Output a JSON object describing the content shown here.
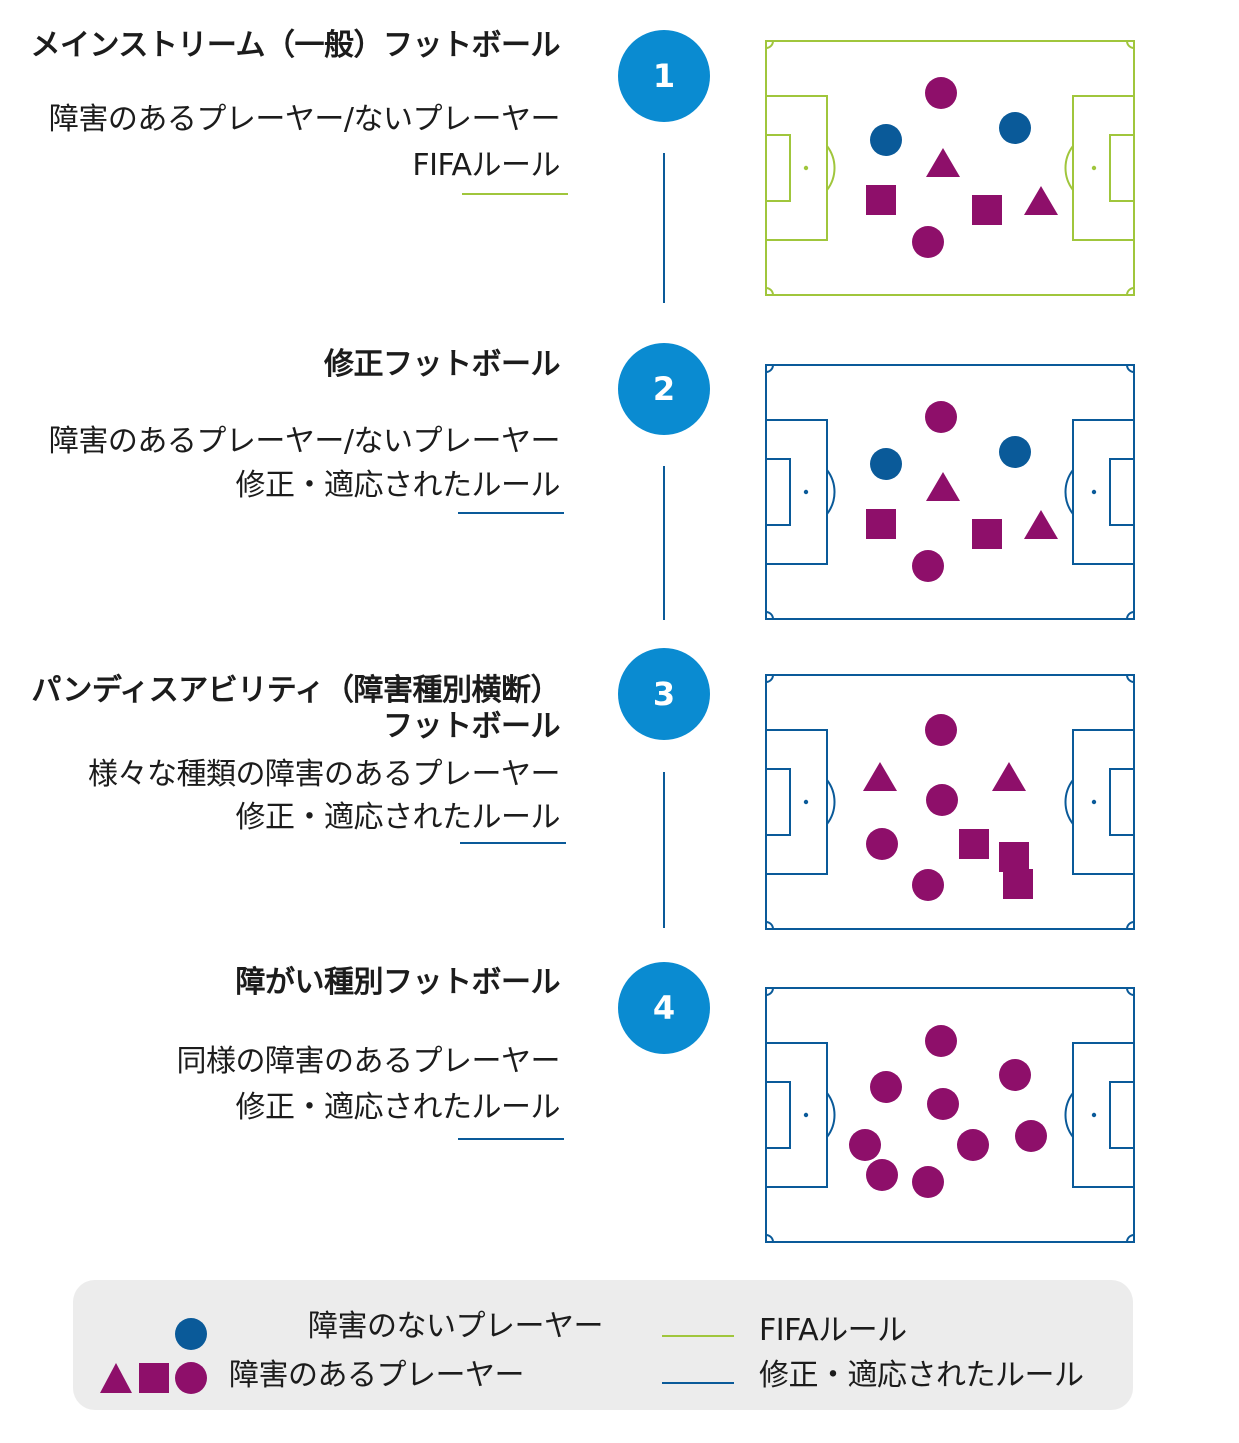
{
  "colors": {
    "fifa_green": "#a0c63c",
    "adapted_blue": "#0a5a99",
    "badge_blue": "#0a8bd1",
    "disabled_purple": "#8e0f6a",
    "nondisabled_blue": "#0a5a99",
    "legend_bg": "#ececec"
  },
  "models": [
    {
      "number": "1",
      "title": "メインストリーム（一般）フットボール",
      "title_line2": "",
      "players_text": "障害のあるプレーヤー/ないプレーヤー",
      "rules_text": "FIFAルール",
      "rule_type": "fifa",
      "field_players": [
        "disabled-circle",
        "nondisabled-circle",
        "nondisabled-circle",
        "disabled-triangle",
        "disabled-square",
        "disabled-square",
        "disabled-triangle",
        "disabled-circle"
      ]
    },
    {
      "number": "2",
      "title": "修正フットボール",
      "title_line2": "",
      "players_text": "障害のあるプレーヤー/ないプレーヤー",
      "rules_text": "修正・適応されたルール",
      "rule_type": "adapted",
      "field_players": [
        "disabled-circle",
        "nondisabled-circle",
        "nondisabled-circle",
        "disabled-triangle",
        "disabled-square",
        "disabled-square",
        "disabled-triangle",
        "disabled-circle"
      ]
    },
    {
      "number": "3",
      "title": "パンディスアビリティ（障害種別横断）",
      "title_line2": "フットボール",
      "players_text": "様々な種類の障害のあるプレーヤー",
      "rules_text": "修正・適応されたルール",
      "rule_type": "adapted",
      "field_players": [
        "disabled-circle",
        "disabled-triangle",
        "disabled-triangle",
        "disabled-circle",
        "disabled-circle",
        "disabled-square",
        "disabled-square",
        "disabled-circle",
        "disabled-square"
      ]
    },
    {
      "number": "4",
      "title": "障がい種別フットボール",
      "title_line2": "",
      "players_text": "同様の障害のあるプレーヤー",
      "rules_text": "修正・適応されたルール",
      "rule_type": "adapted",
      "field_players": [
        "disabled-circle",
        "disabled-circle",
        "disabled-circle",
        "disabled-circle",
        "disabled-circle",
        "disabled-circle",
        "disabled-circle",
        "disabled-circle",
        "disabled-circle"
      ]
    }
  ],
  "legend": {
    "nondisabled_label": "障害のないプレーヤー",
    "disabled_label": "障害のあるプレーヤー",
    "fifa_rules_label": "FIFAルール",
    "adapted_rules_label": "修正・適応されたルール"
  }
}
